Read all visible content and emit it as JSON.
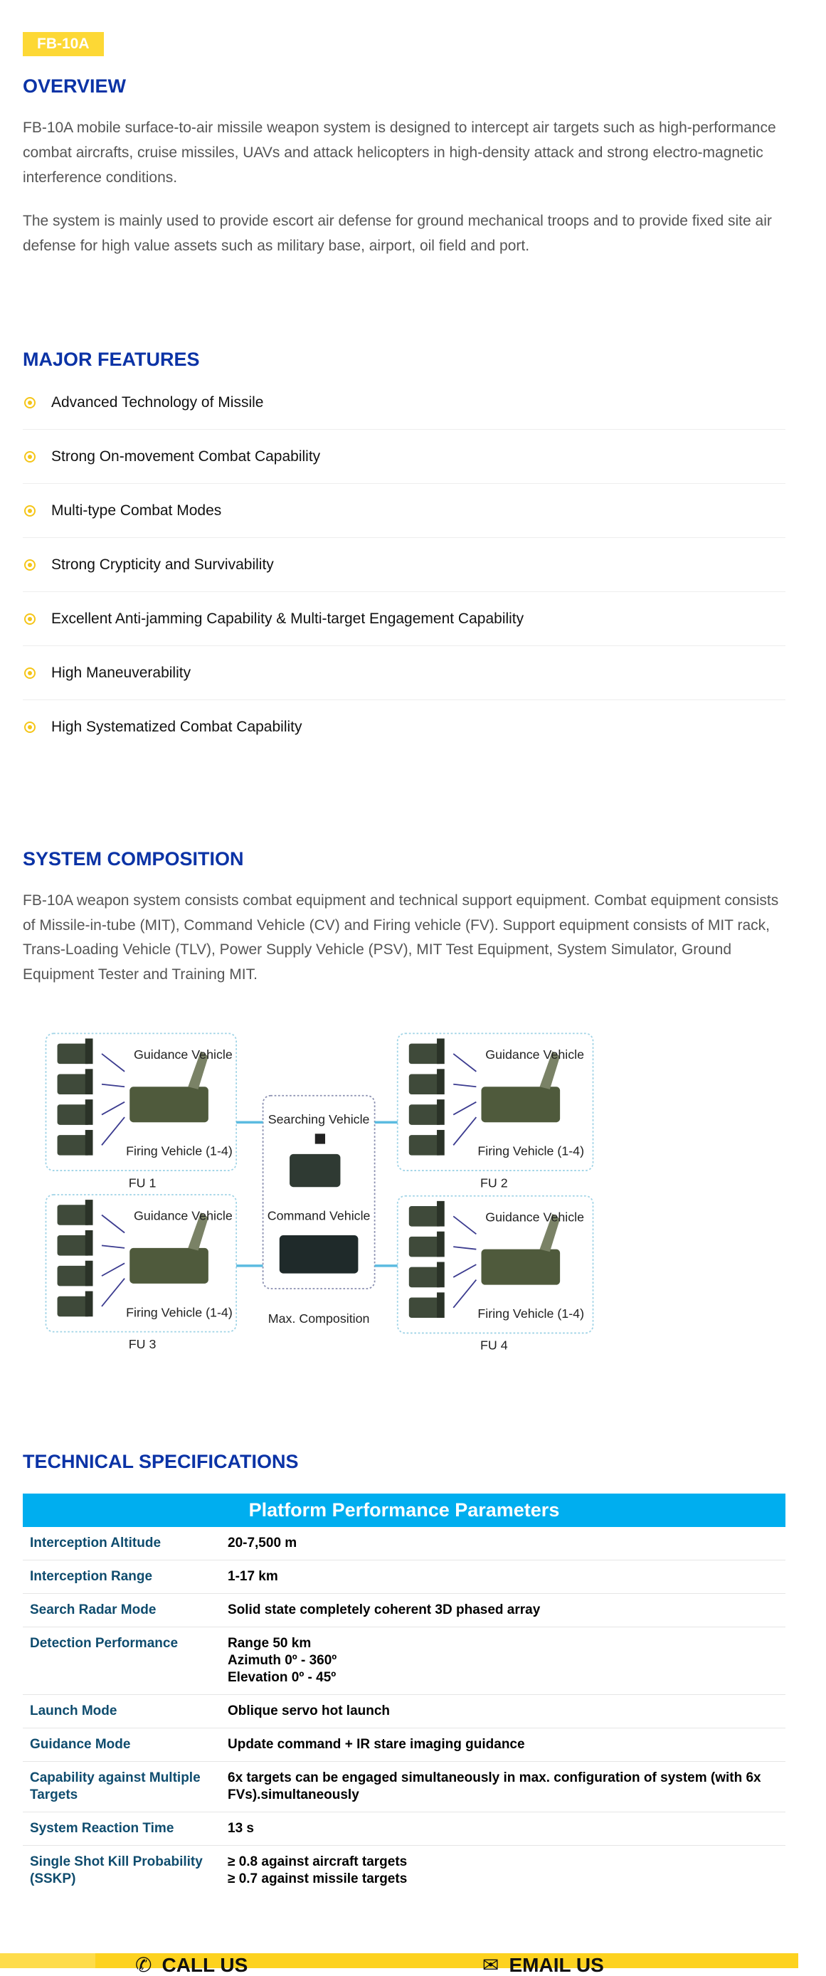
{
  "badge": "FB-10A",
  "overview": {
    "title": "OVERVIEW",
    "paragraphs": [
      "FB-10A mobile surface-to-air missile weapon system is designed to intercept air targets such as high-performance combat aircrafts, cruise missiles, UAVs and attack helicopters in high-density attack and strong electro-magnetic interference conditions.",
      "The system is mainly used to provide escort air defense for ground mechanical troops and to provide fixed site air defense for high value assets such as military base, airport, oil field and port."
    ]
  },
  "features": {
    "title": "MAJOR FEATURES",
    "icon": "target-circle-icon",
    "items": [
      "Advanced Technology of Missile",
      "Strong On-movement Combat Capability",
      "Multi-type Combat Modes",
      "Strong Crypticity and Survivability",
      "Excellent Anti-jamming Capability & Multi-target Engagement Capability",
      "High Maneuverability",
      "High Systematized Combat Capability"
    ]
  },
  "composition": {
    "title": "SYSTEM COMPOSITION",
    "text": "FB-10A weapon system consists combat equipment and technical support equipment. Combat equipment consists of Missile-in-tube (MIT), Command Vehicle (CV) and Firing vehicle (FV). Support equipment consists of MIT rack, Trans-Loading Vehicle (TLV), Power Supply Vehicle (PSV), MIT Test Equipment, System Simulator, Ground Equipment Tester and Training MIT.",
    "diagram": {
      "guidance": "Guidance Vehicle",
      "firing": "Firing Vehicle (1-4)",
      "units": [
        "FU 1",
        "FU 2",
        "FU 3",
        "FU 4"
      ],
      "searching": "Searching Vehicle",
      "command": "Command Vehicle",
      "max": "Max. Composition"
    }
  },
  "specs": {
    "title": "TECHNICAL SPECIFICATIONS",
    "table_title": "Platform Performance Parameters",
    "rows": [
      {
        "label": "Interception Altitude",
        "value": [
          "20-7,500 m"
        ]
      },
      {
        "label": "Interception Range",
        "value": [
          "1-17 km"
        ]
      },
      {
        "label": "Search Radar Mode",
        "value": [
          "Solid state completely coherent 3D phased array"
        ]
      },
      {
        "label": "Detection Performance",
        "value": [
          "Range 50 km",
          "Azimuth 0º - 360º",
          "Elevation 0º - 45º"
        ]
      },
      {
        "label": "Launch Mode",
        "value": [
          "Oblique servo hot launch"
        ]
      },
      {
        "label": "Guidance Mode",
        "value": [
          "Update command + IR stare imaging guidance"
        ]
      },
      {
        "label": "Capability against Multiple Targets",
        "value": [
          "6x targets can be engaged simultaneously in max. configuration of system (with 6x FVs).simultaneously"
        ]
      },
      {
        "label": "System Reaction Time",
        "value": [
          "13 s"
        ]
      },
      {
        "label": "Single Shot Kill Probability (SSKP)",
        "value": [
          "≥ 0.8 against aircraft targets",
          "≥ 0.7 against missile targets"
        ]
      }
    ]
  },
  "footer": {
    "call": "CALL US",
    "email": "EMAIL US",
    "call_icon": "phone-icon",
    "email_icon": "envelope-icon"
  },
  "colors": {
    "accent_yellow": "#fdd21f",
    "heading_blue": "#0b33a6",
    "table_header": "#00aeef"
  }
}
